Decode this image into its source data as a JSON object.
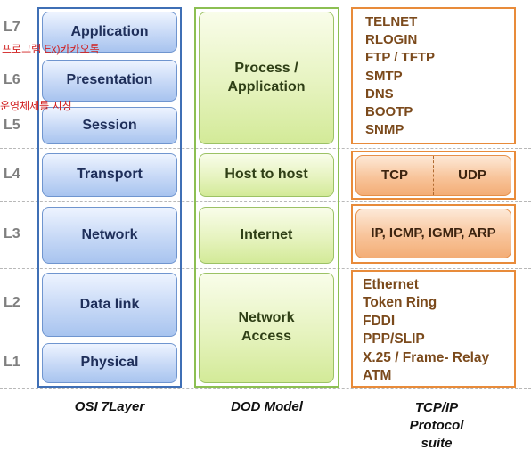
{
  "layers": [
    "L7",
    "L6",
    "L5",
    "L4",
    "L3",
    "L2",
    "L1"
  ],
  "osi": {
    "caption": "OSI 7Layer",
    "items": [
      "Application",
      "Presentation",
      "Session",
      "Transport",
      "Network",
      "Data link",
      "Physical"
    ]
  },
  "dod": {
    "caption": "DOD Model",
    "items": [
      "Process / Application",
      "Host to host",
      "Internet",
      "Network Access"
    ]
  },
  "tcpip": {
    "caption_lines": [
      "TCP/IP",
      "Protocol",
      "suite"
    ],
    "application_protocols": [
      "TELNET",
      "RLOGIN",
      "FTP / TFTP",
      "SMTP",
      "DNS",
      "BOOTP",
      "SNMP"
    ],
    "transport_protocols": [
      "TCP",
      "UDP"
    ],
    "internet_protocols": "IP, ICMP, IGMP, ARP",
    "network_access_protocols": [
      "Ethernet",
      "Token Ring",
      "FDDI",
      "PPP/SLIP",
      "X.25 / Frame- Relay",
      "ATM"
    ]
  },
  "annotations": {
    "program_note": "프로그램 Ex)카카오톡",
    "os_note": "운영체제를 지칭"
  },
  "colors": {
    "osi_border": "#3f6fb5",
    "dod_border": "#8cbf52",
    "tcpip_border": "#e88b3a",
    "note_text": "#d12020"
  }
}
